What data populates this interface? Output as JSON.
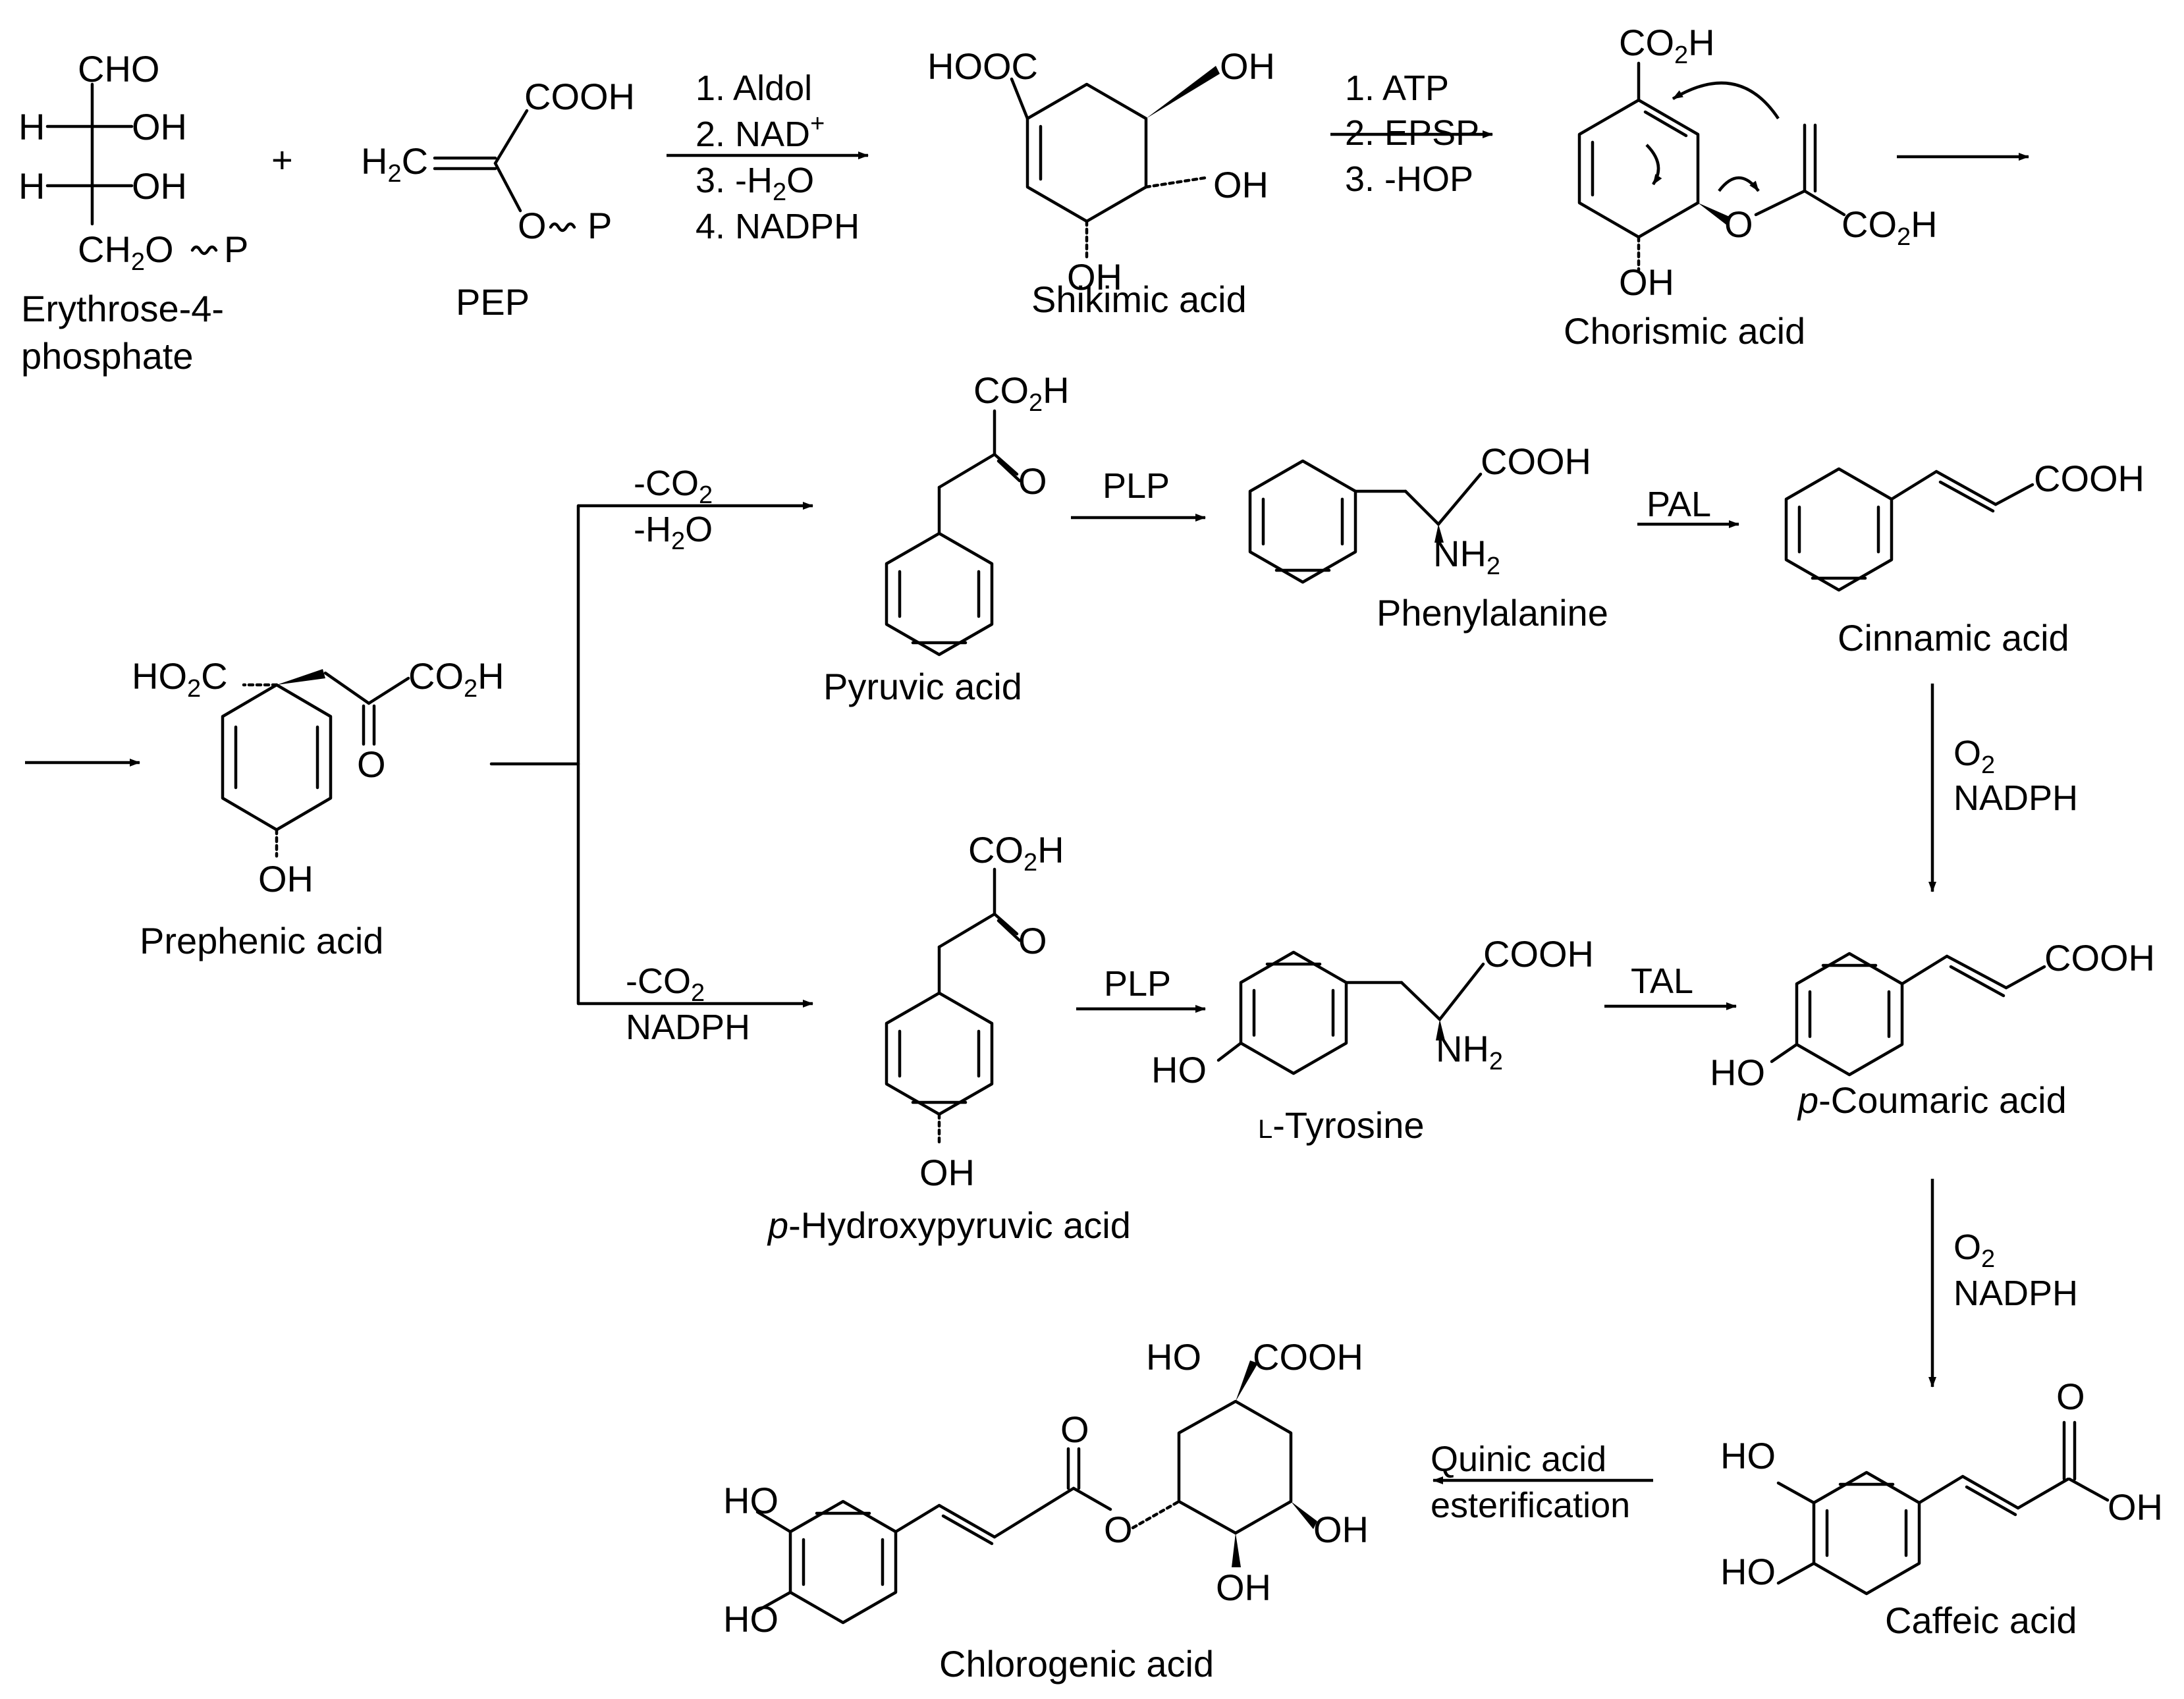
{
  "compounds": {
    "erythrose_line1": "Erythrose-4-",
    "erythrose_line2": "phosphate",
    "pep": "PEP",
    "shikimic": "Shikimic acid",
    "chorismic": "Chorismic acid",
    "prephenic": "Prephenic acid",
    "pyruvic": "Pyruvic acid",
    "phenylalanine": "Phenylalanine",
    "cinnamic": "Cinnamic acid",
    "hydroxypyruvic_italic": "p",
    "hydroxypyruvic_rest": "-Hydroxypyruvic acid",
    "tyrosine_prefix": "L",
    "tyrosine_rest": "-Tyrosine",
    "coumaric_italic": "p",
    "coumaric_rest": "-Coumaric acid",
    "caffeic": "Caffeic acid",
    "chlorogenic": "Chlorogenic acid"
  },
  "conditions": {
    "step1": [
      "1. Aldol",
      "2. NAD",
      "3. -H",
      "4. NADPH"
    ],
    "step1_nad_sup": "+",
    "step1_h2o_tail": "O",
    "step2": [
      "1. ATP",
      "2. EPSP",
      "3. -HOP"
    ],
    "phe_branch_co2": "-CO",
    "phe_branch_h2o": "-H",
    "tyr_branch_co2": "-CO",
    "tyr_branch_nadph": "NADPH",
    "plp": "PLP",
    "pal": "PAL",
    "tal": "TAL",
    "o2": "O",
    "nadph": "NADPH",
    "quinic_line1": "Quinic acid",
    "quinic_line2": "esterification"
  },
  "atoms": {
    "cho": "CHO",
    "h": "H",
    "oh": "OH",
    "ho": "HO",
    "ch2o": "CH",
    "o": "O",
    "p": "P",
    "cooh": "COOH",
    "hooc": "HOOC",
    "co2h": "CO",
    "h2c": "H",
    "nh2": "NH",
    "plus": "+",
    "sub2": "2",
    "sub_o_tail": "O",
    "c_tail": "C"
  }
}
